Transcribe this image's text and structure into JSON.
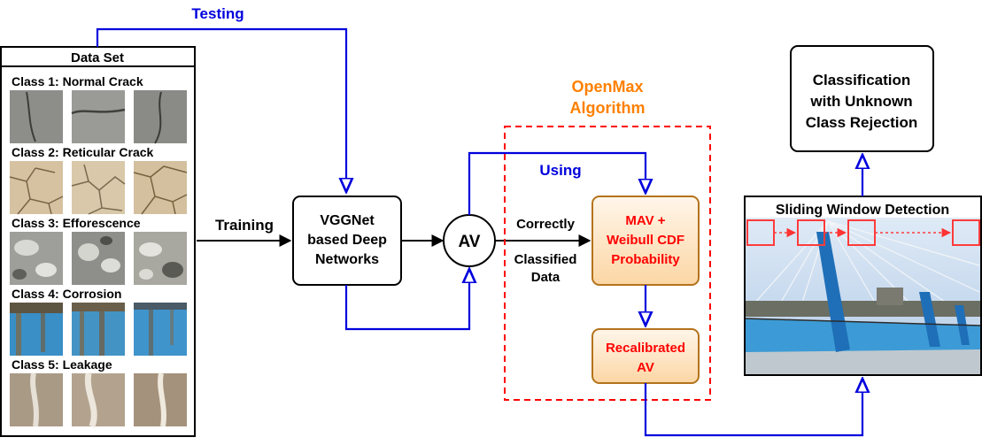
{
  "dataset": {
    "title": "Data Set",
    "classes": [
      {
        "label": "Class 1: Normal Crack",
        "tone": "gray",
        "pattern": "crack"
      },
      {
        "label": "Class 2: Reticular Crack",
        "tone": "tan",
        "pattern": "reticular"
      },
      {
        "label": "Class 3: Efforescence",
        "tone": "mottled",
        "pattern": "mottle"
      },
      {
        "label": "Class 4: Corrosion",
        "tone": "blue",
        "pattern": "streak"
      },
      {
        "label": "Class 5: Leakage",
        "tone": "beige",
        "pattern": "leak"
      }
    ]
  },
  "labels": {
    "testing": "Testing",
    "training": "Training",
    "vgg_line1": "VGGNet",
    "vgg_line2": "based Deep",
    "vgg_line3": "Networks",
    "av": "AV",
    "using": "Using",
    "correctly": "Correctly",
    "classified": "Classified",
    "data": "Data",
    "openmax_line1": "OpenMax",
    "openmax_line2": "Algorithm",
    "mav_line1": "MAV +",
    "mav_line2": "Weibull CDF",
    "mav_line3": "Probability",
    "recal_line1": "Recalibrated",
    "recal_line2": "AV",
    "sliding": "Sliding Window Detection",
    "result_line1": "Classification",
    "result_line2": "with Unknown",
    "result_line3": "Class Rejection"
  },
  "colors": {
    "blue_arrow": "#0000dd",
    "black": "#000000",
    "openmax_orange": "#ff8000",
    "red_text": "#ff0000",
    "dashed_red": "#ff0000",
    "box_fill_orange": "#fde7c9",
    "box_stroke_brown": "#b4731c"
  }
}
